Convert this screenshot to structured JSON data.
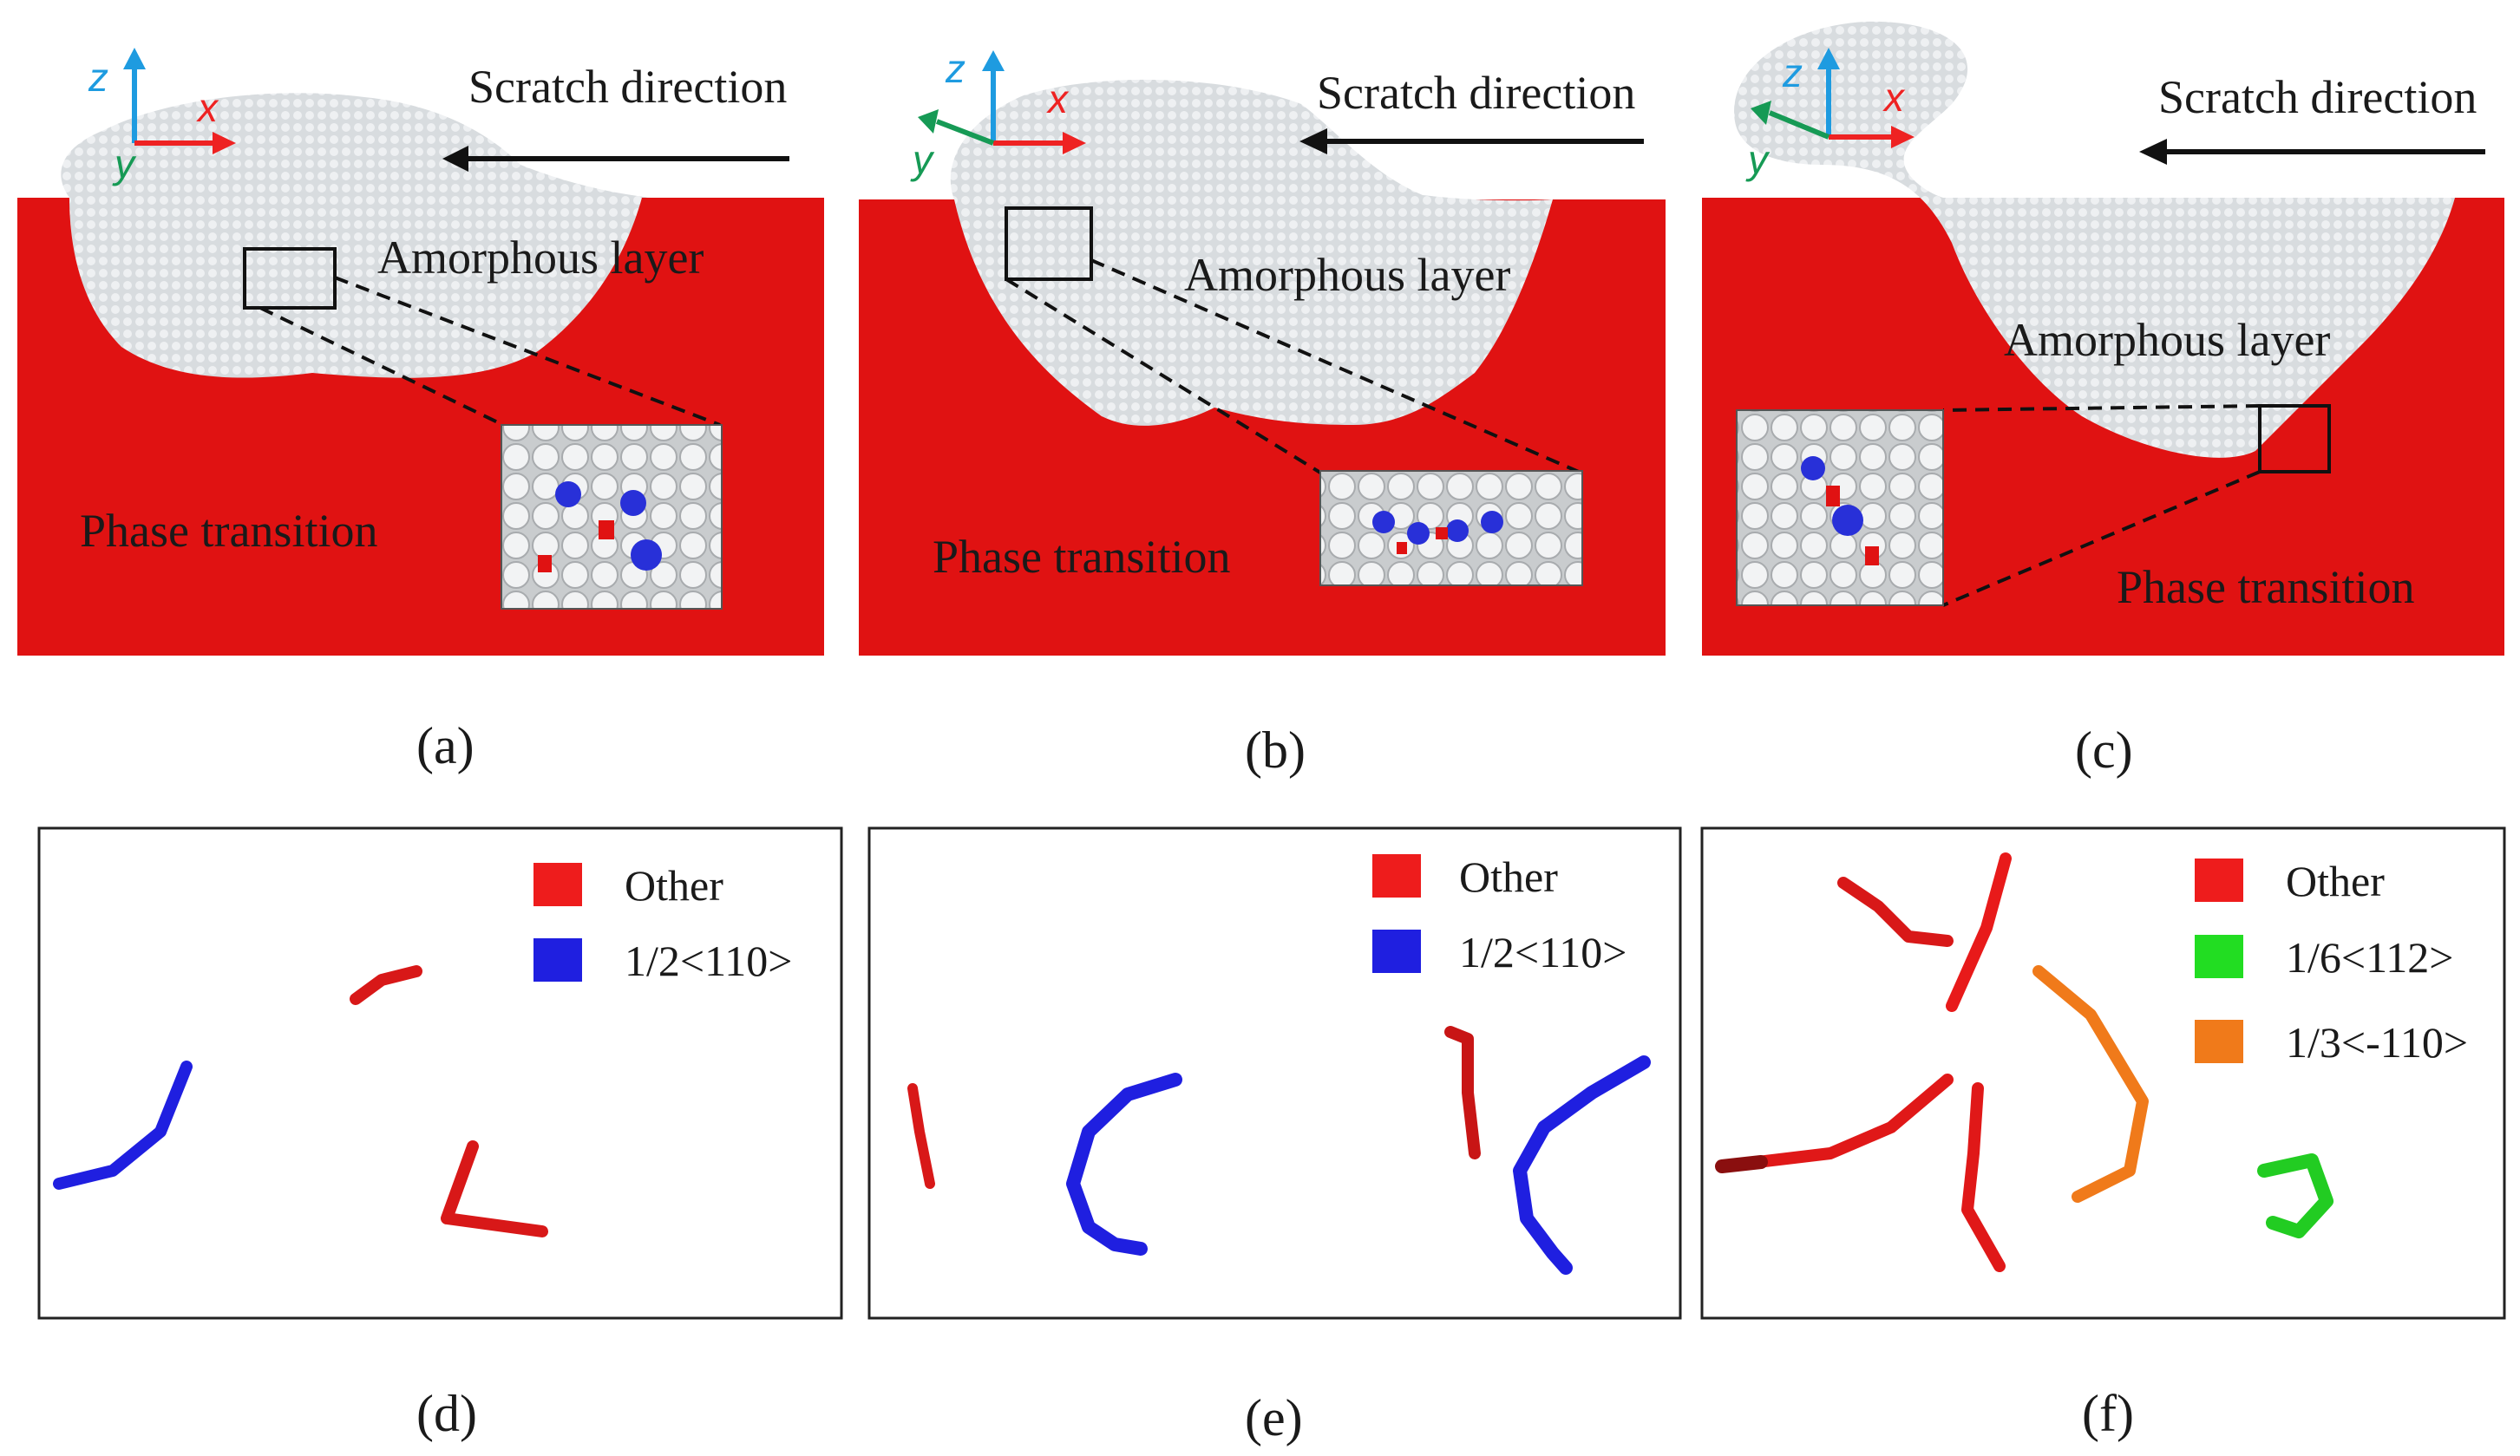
{
  "figure": {
    "panels_top": [
      {
        "id": "a",
        "caption": "(a)",
        "scratch_direction": "Scratch direction",
        "amorphous": "Amorphous layer",
        "phase": "Phase transition",
        "axes": {
          "z": "z",
          "x": "x",
          "y": "y"
        }
      },
      {
        "id": "b",
        "caption": "(b)",
        "scratch_direction": "Scratch direction",
        "amorphous": "Amorphous layer",
        "phase": "Phase transition",
        "axes": {
          "z": "z",
          "x": "x",
          "y": "y"
        }
      },
      {
        "id": "c",
        "caption": "(c)",
        "scratch_direction": "Scratch direction",
        "amorphous": "Amorphous layer",
        "phase": "Phase transition",
        "axes": {
          "z": "z",
          "x": "x",
          "y": "y"
        }
      }
    ],
    "panels_bottom": [
      {
        "id": "d",
        "caption": "(d)",
        "legend": [
          {
            "label": "Other",
            "color": "#ee1c1c"
          },
          {
            "label": "1/2<110>",
            "color": "#1f1fe0"
          }
        ]
      },
      {
        "id": "e",
        "caption": "(e)",
        "legend": [
          {
            "label": "Other",
            "color": "#ee1c1c"
          },
          {
            "label": "1/2<110>",
            "color": "#1f1fe0"
          }
        ]
      },
      {
        "id": "f",
        "caption": "(f)",
        "legend": [
          {
            "label": "Other",
            "color": "#ee1c1c"
          },
          {
            "label": "1/6<112>",
            "color": "#22dd22"
          },
          {
            "label": "1/3<-110>",
            "color": "#f07a1a"
          }
        ]
      }
    ],
    "colors": {
      "substrate": "#e01212",
      "amorphous": "#d9dde0",
      "atom_blue": "#2830d8",
      "axis_z": "#1e9be0",
      "axis_x": "#ee2222",
      "axis_y": "#169a55"
    }
  }
}
